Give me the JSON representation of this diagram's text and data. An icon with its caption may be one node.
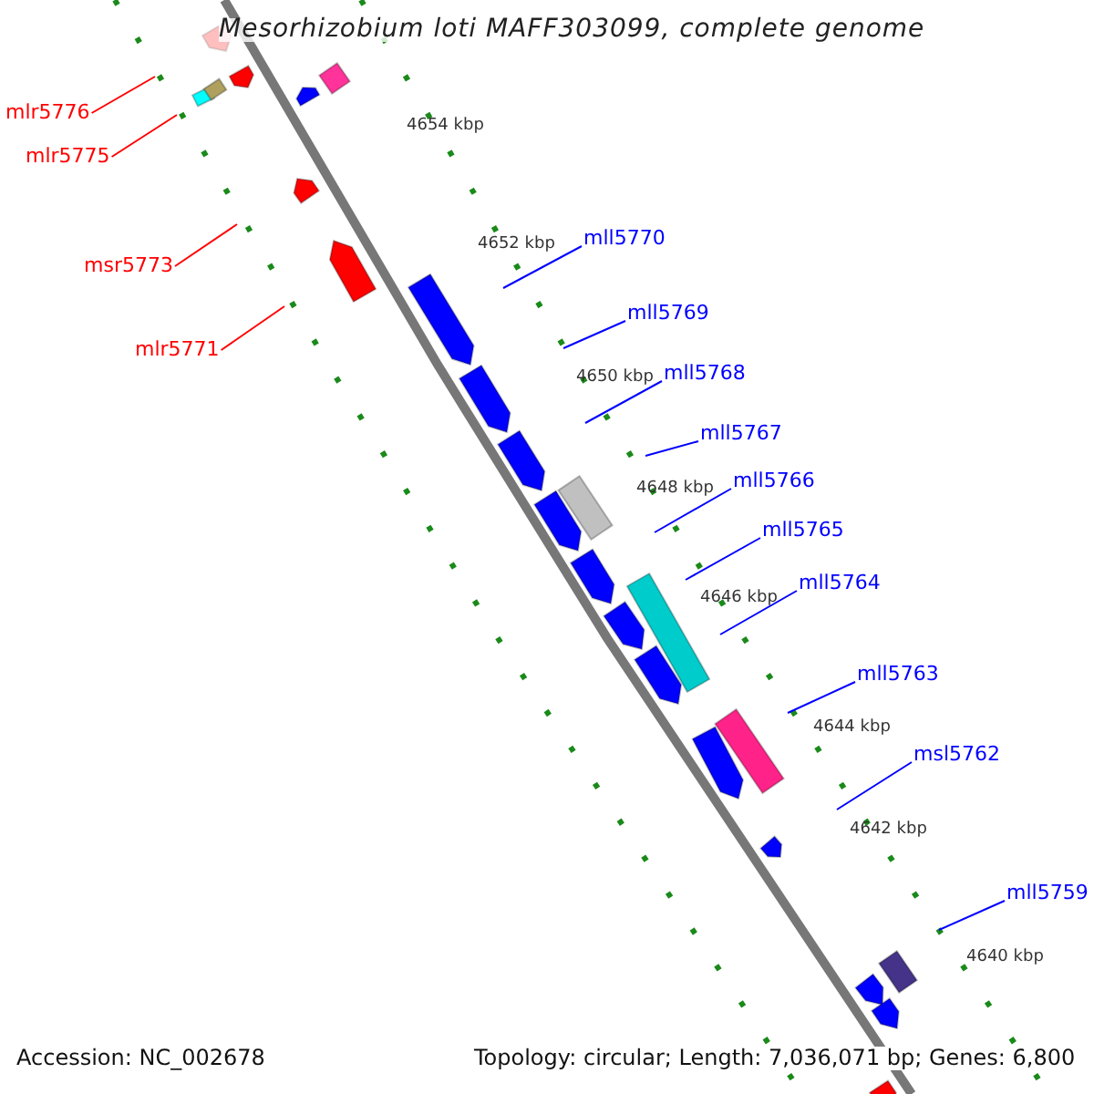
{
  "diagram": {
    "title": "Mesorhizobium loti MAFF303099, complete genome",
    "nodes": [
      {
        "text": [
          "mlr5776"
        ]
      },
      {
        "text": [
          "mlr5775"
        ]
      },
      {
        "text": [
          "msr5773"
        ]
      },
      {
        "text": [
          "mlr5771"
        ]
      },
      {
        "text": [
          "mll5770"
        ]
      },
      {
        "text": [
          "mll5769"
        ]
      },
      {
        "text": [
          "mll5768"
        ]
      },
      {
        "text": [
          "mll5767"
        ]
      },
      {
        "text": [
          "mll5766"
        ]
      },
      {
        "text": [
          "mll5765"
        ]
      },
      {
        "text": [
          "mll5764"
        ]
      },
      {
        "text": [
          "mll5763"
        ]
      },
      {
        "text": [
          "msl5762"
        ]
      },
      {
        "text": [
          "mll5759"
        ]
      }
    ],
    "edges": [
      {
        "from": 0,
        "to": null,
        "arrow": "none",
        "color": "#ff0000"
      },
      {
        "from": 1,
        "to": null,
        "arrow": "none",
        "color": "#ff0000"
      },
      {
        "from": 2,
        "to": null,
        "arrow": "none",
        "color": "#ff0000"
      },
      {
        "from": 3,
        "to": null,
        "arrow": "none",
        "color": "#ff0000"
      },
      {
        "from": 4,
        "to": null,
        "arrow": "none"
      },
      {
        "from": 5,
        "to": null,
        "arrow": "none"
      },
      {
        "from": 6,
        "to": null,
        "arrow": "none"
      },
      {
        "from": 7,
        "to": null,
        "arrow": "none"
      },
      {
        "from": 8,
        "to": null,
        "arrow": "none"
      },
      {
        "from": 9,
        "to": null,
        "arrow": "none"
      },
      {
        "from": 10,
        "to": null,
        "arrow": "none"
      },
      {
        "from": 11,
        "to": null,
        "arrow": "none"
      },
      {
        "from": 12,
        "to": null,
        "arrow": "none"
      },
      {
        "from": 13,
        "to": null,
        "arrow": "none"
      }
    ],
    "labels": [
      "4654 kbp",
      "4652 kbp",
      "4650 kbp",
      "4648 kbp",
      "4646 kbp",
      "4644 kbp",
      "4642 kbp",
      "4640 kbp",
      "Accession: NC_002678",
      "Topology: circular; Length: 7,036,071 bp; Genes: 6,800"
    ]
  }
}
